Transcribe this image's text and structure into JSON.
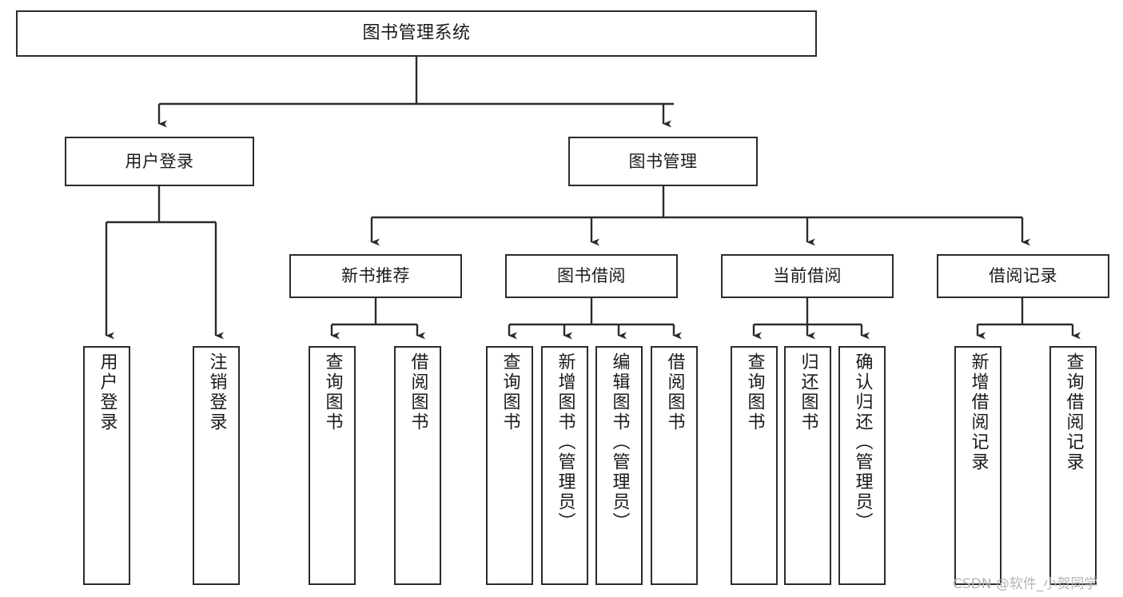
{
  "diagram": {
    "title": "图书管理系统",
    "type": "tree",
    "orientation": "top-down",
    "colors": {
      "stroke": "#2b2b2b",
      "fill": "#ffffff",
      "text": "#1a1a1a",
      "watermark": "#b4b4b4",
      "background": "#ffffff"
    }
  },
  "nodes": {
    "root": {
      "label": "图书管理系统",
      "level": 0
    },
    "level1": [
      {
        "id": "user-login",
        "label": "用户登录"
      },
      {
        "id": "book-manage",
        "label": "图书管理"
      }
    ],
    "level2": [
      {
        "id": "new-book-recommend",
        "label": "新书推荐",
        "parent": "book-manage"
      },
      {
        "id": "book-borrow",
        "label": "图书借阅",
        "parent": "book-manage"
      },
      {
        "id": "current-borrow",
        "label": "当前借阅",
        "parent": "book-manage"
      },
      {
        "id": "borrow-record",
        "label": "借阅记录",
        "parent": "book-manage"
      }
    ],
    "leaves": [
      {
        "id": "leaf-user-login",
        "label": "用户登录",
        "parent": "user-login"
      },
      {
        "id": "leaf-logout",
        "label": "注销登录",
        "parent": "user-login"
      },
      {
        "id": "leaf-query-book-1",
        "label": "查询图书",
        "parent": "new-book-recommend"
      },
      {
        "id": "leaf-borrow-book-1",
        "label": "借阅图书",
        "parent": "new-book-recommend"
      },
      {
        "id": "leaf-query-book-2",
        "label": "查询图书",
        "parent": "book-borrow"
      },
      {
        "id": "leaf-add-book",
        "label": "新增图书（管理员）",
        "parent": "book-borrow"
      },
      {
        "id": "leaf-edit-book",
        "label": "编辑图书（管理员）",
        "parent": "book-borrow"
      },
      {
        "id": "leaf-borrow-book-2",
        "label": "借阅图书",
        "parent": "book-borrow"
      },
      {
        "id": "leaf-query-book-3",
        "label": "查询图书",
        "parent": "current-borrow"
      },
      {
        "id": "leaf-return-book",
        "label": "归还图书",
        "parent": "current-borrow"
      },
      {
        "id": "leaf-confirm-return",
        "label": "确认归还（管理员）",
        "parent": "current-borrow"
      },
      {
        "id": "leaf-add-record",
        "label": "新增借阅记录",
        "parent": "borrow-record"
      },
      {
        "id": "leaf-query-record",
        "label": "查询借阅记录",
        "parent": "borrow-record"
      }
    ]
  },
  "watermark": {
    "text": "CSDN @软件_小贺同学"
  }
}
